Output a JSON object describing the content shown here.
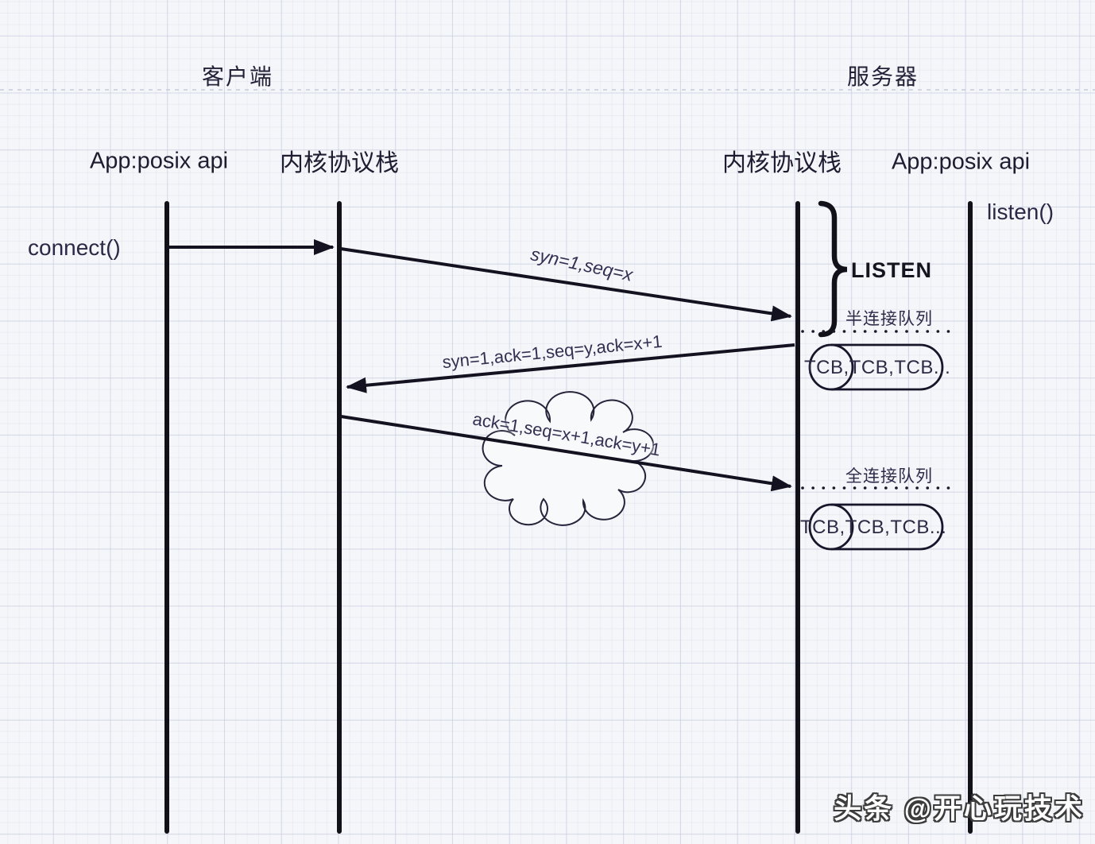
{
  "header": {
    "client": "客户端",
    "server": "服务器"
  },
  "columns": {
    "client_app": "App:posix api",
    "client_kernel": "内核协议栈",
    "server_kernel": "内核协议栈",
    "server_app": "App:posix api"
  },
  "calls": {
    "connect": "connect()",
    "listen": "listen()"
  },
  "states": {
    "listen": "LISTEN"
  },
  "messages": {
    "syn": "syn=1,seq=x",
    "syn_ack": "syn=1,ack=1,seq=y,ack=x+1",
    "ack": "ack=1,seq=x+1,ack=y+1"
  },
  "queues": {
    "half": {
      "label": "半连接队列",
      "content": "TCB,TCB,TCB..."
    },
    "full": {
      "label": "全连接队列",
      "content": "TCB,TCB,TCB..."
    }
  },
  "watermark": "头条 @开心玩技术",
  "colors": {
    "line": "#141220",
    "text": "#2a2742",
    "background": "#f5f6f9"
  }
}
